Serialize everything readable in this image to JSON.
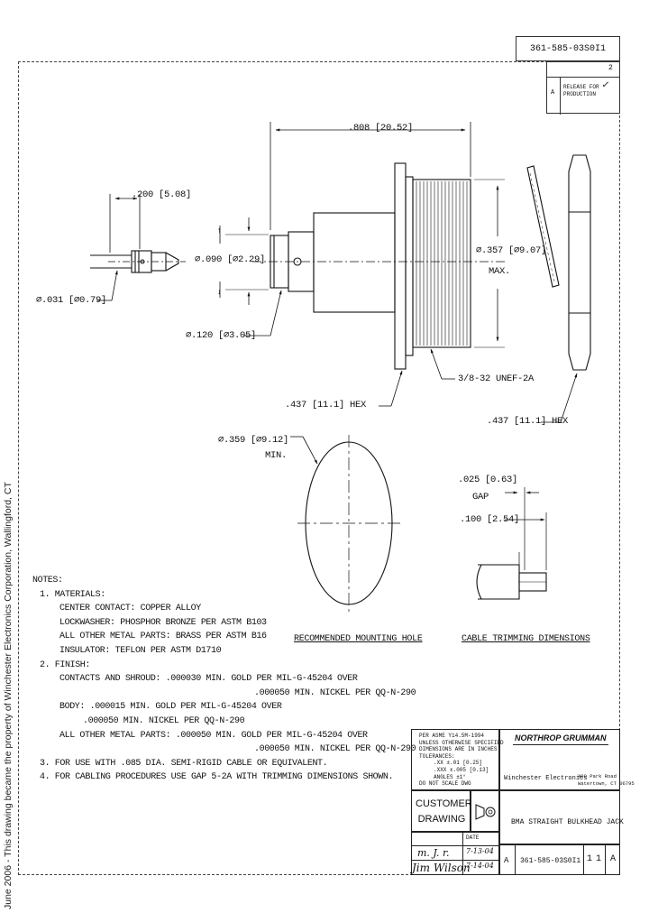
{
  "document_number": "361-585-03S0I1",
  "side_note": "June 2006 - This drawing became the property of Winchester Electronics Corporation, Wallingford, CT",
  "revision_block": {
    "rev_letter": "A",
    "description": "RELEASE FOR PRODUCTION",
    "sheet_mark": "2"
  },
  "dimensions": {
    "overall_length": ".808 [20.52]",
    "contact_length": ".200 [5.08]",
    "contact_pin_dia": "⌀.031 [⌀0.79]",
    "contact_dia": "⌀.090 [⌀2.29]",
    "insulator_dia": "⌀.120 [⌀3.05]",
    "body_max_dia": "⌀.357 [⌀9.07]",
    "body_max_label": "MAX.",
    "thread": "3/8-32 UNEF-2A",
    "hex_body": ".437 [11.1] HEX",
    "hex_nut": ".437 [11.1] HEX",
    "mount_hole_dia": "⌀.359 [⌀9.12]",
    "mount_hole_min": "MIN.",
    "gap_dim": ".025 [0.63]",
    "gap_label": "GAP",
    "trim_dim": ".100 [2.54]"
  },
  "captions": {
    "mounting_hole": "RECOMMENDED MOUNTING HOLE",
    "cable_trimming": "CABLE TRIMMING DIMENSIONS"
  },
  "notes": {
    "heading": "NOTES:",
    "lines": [
      "1. MATERIALS:",
      "CENTER CONTACT: COPPER ALLOY",
      "LOCKWASHER: PHOSPHOR BRONZE PER ASTM B103",
      "ALL OTHER METAL PARTS: BRASS PER ASTM B16",
      "INSULATOR: TEFLON PER ASTM D1710",
      "2. FINISH:",
      "CONTACTS AND SHROUD: .000030 MIN. GOLD PER MIL-G-45204 OVER",
      ".000050 MIN. NICKEL PER QQ-N-290",
      "BODY: .000015 MIN. GOLD PER MIL-G-45204 OVER",
      ".000050 MIN. NICKEL PER QQ-N-290",
      "ALL OTHER METAL PARTS: .000050 MIN. GOLD PER MIL-G-45204 OVER",
      ".000050 MIN. NICKEL PER QQ-N-290",
      "3. FOR USE WITH .085 DIA. SEMI-RIGID CABLE OR EQUIVALENT.",
      "4. FOR CABLING PROCEDURES USE GAP 5-2A WITH TRIMMING DIMENSIONS SHOWN."
    ]
  },
  "title_block": {
    "tolerance_lines": [
      "PER ASME Y14.5M-1994",
      "UNLESS OTHERWISE SPECIFIED",
      "DIMENSIONS ARE IN INCHES",
      "TOLERANCES:",
      ".XX ±.01 [0.25]",
      ".XXX ±.005 [0.13]",
      "ANGLES ±1°",
      "DO NOT SCALE DWG"
    ],
    "company_logo": "NORTHROP GRUMMAN",
    "division": "Winchester Electronics",
    "address_line1": "400 Park Road",
    "address_line2": "Watertown, CT 06795",
    "customer_drawing": "CUSTOMER DRAWING",
    "title": "BMA STRAIGHT BULKHEAD JACK",
    "size": "A",
    "drawing_number": "361-585-03S0I1",
    "sheet": "1",
    "of": "1",
    "rev": "A",
    "date_label": "DATE",
    "date1": "7-13-04",
    "date2": "7-14-04"
  }
}
